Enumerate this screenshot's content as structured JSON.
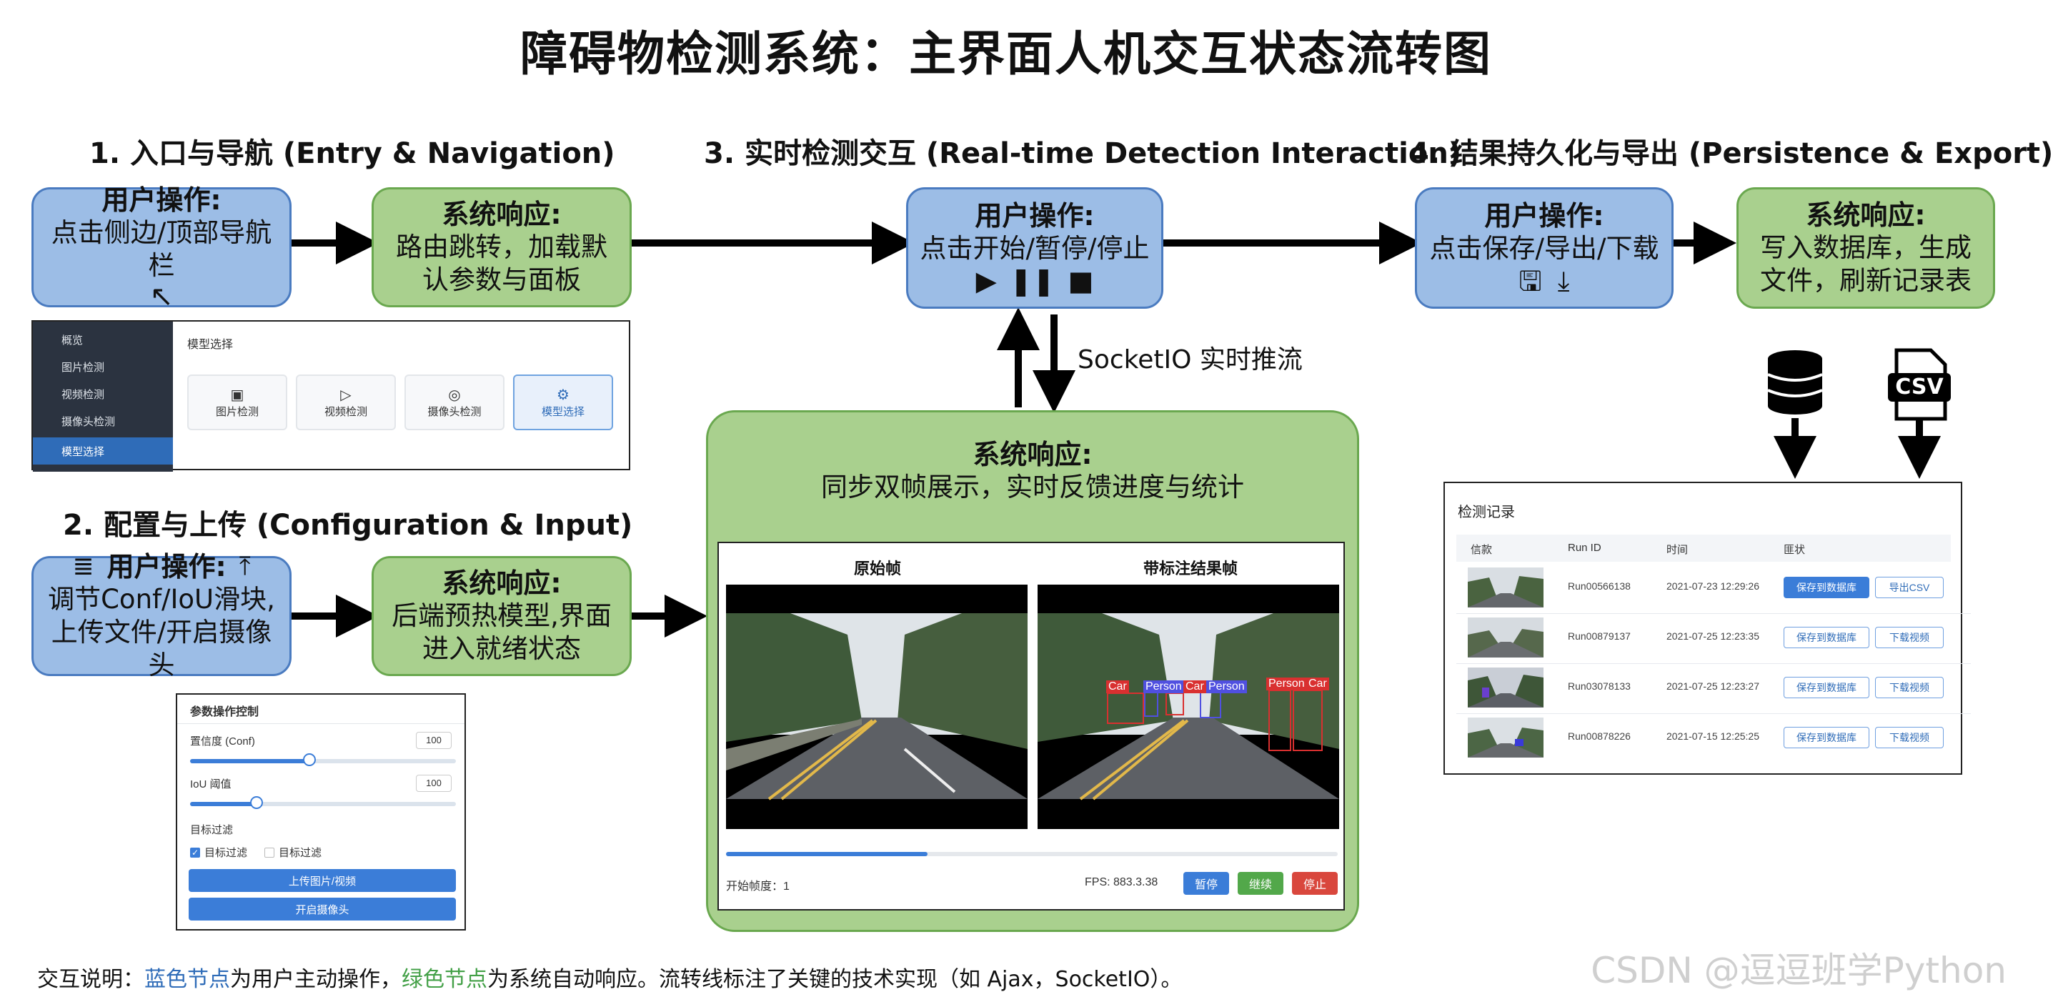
{
  "title": "障碍物检测系统：主界面人机交互状态流转图",
  "sections": {
    "s1": "1. 入口与导航 (Entry & Navigation)",
    "s2": "2. 配置与上传 (Configuration & Input)",
    "s3": "3. 实时检测交互 (Real-time Detection Interaction)",
    "s4": "4. 结果持久化与导出 (Persistence & Export)"
  },
  "nodes": {
    "n1": {
      "head": "用户操作:",
      "body": "点击侧边/顶部导航栏"
    },
    "n2": {
      "head": "系统响应:",
      "body": "路由跳转，加载默认参数与面板"
    },
    "n3": {
      "head": "用户操作:",
      "body": "调节Conf/IoU滑块,上传文件/开启摄像头"
    },
    "n4": {
      "head": "系统响应:",
      "body": "后端预热模型,界面进入就绪状态"
    },
    "n5": {
      "head": "用户操作:",
      "body": "点击开始/暂停/停止"
    },
    "n6": {
      "head": "系统响应:",
      "body": "同步双帧展示，实时反馈进度与统计"
    },
    "n7": {
      "head": "用户操作:",
      "body": "点击保存/导出/下载"
    },
    "n8": {
      "head": "系统响应:",
      "body": "写入数据库，生成文件，刷新记录表"
    }
  },
  "edge_label": "SocketIO 实时推流",
  "csv_icon_text": "CSV",
  "nav_shot": {
    "sidebar": [
      "概览",
      "图片检测",
      "视频检测",
      "摄像头检测",
      "模型选择"
    ],
    "panel_title": "模型选择",
    "cards": [
      "图片检测",
      "视频检测",
      "摄像头检测",
      "模型选择"
    ]
  },
  "param_shot": {
    "title": "参数操作控制",
    "conf_label": "置信度 (Conf)",
    "conf_value": "100",
    "conf_level": 0.45,
    "iou_label": "IoU 阈值",
    "iou_value": "100",
    "iou_level": 0.25,
    "filter_title": "目标过滤",
    "filter_a": "目标过滤",
    "filter_b": "目标过滤",
    "btn_upload": "上传图片/视频",
    "btn_camera": "开启摄像头"
  },
  "detect_shot": {
    "left_title": "原始帧",
    "right_title": "带标注结果帧",
    "labels": [
      "Car",
      "Person",
      "Car",
      "Person",
      "Person",
      "Car"
    ],
    "progress": 0.33,
    "start_frame": "开始帧度：1",
    "fps": "FPS: 883.3.38",
    "btn_pause": "暂停",
    "btn_resume": "继续",
    "btn_stop": "停止"
  },
  "records_shot": {
    "title": "检测记录",
    "headers": [
      "信款",
      "Run ID",
      "时间",
      "匪状"
    ],
    "rows": [
      {
        "run_id": "Run00566138",
        "time": "2021-07-23 12:29:26",
        "save": "保存到数据库",
        "action": "导出CSV"
      },
      {
        "run_id": "Run00879137",
        "time": "2021-07-25 12:23:35",
        "save": "保存到数据库",
        "action": "下载视频"
      },
      {
        "run_id": "Run03078133",
        "time": "2021-07-25 12:23:27",
        "save": "保存到数据库",
        "action": "下载视频"
      },
      {
        "run_id": "Run00878226",
        "time": "2021-07-15 12:25:25",
        "save": "保存到数据库",
        "action": "下载视频"
      }
    ]
  },
  "footer": {
    "prefix": "交互说明：",
    "blue": "蓝色节点",
    "mid": "为用户主动操作，",
    "green": "绿色节点",
    "suffix": "为系统自动响应。流转线标注了关键的技术实现（如 Ajax，SocketIO）。"
  },
  "watermark": "CSDN @逗逗班学Python",
  "colors": {
    "user": "#9cbde6",
    "system": "#a9d08e",
    "edge": "#000000"
  }
}
